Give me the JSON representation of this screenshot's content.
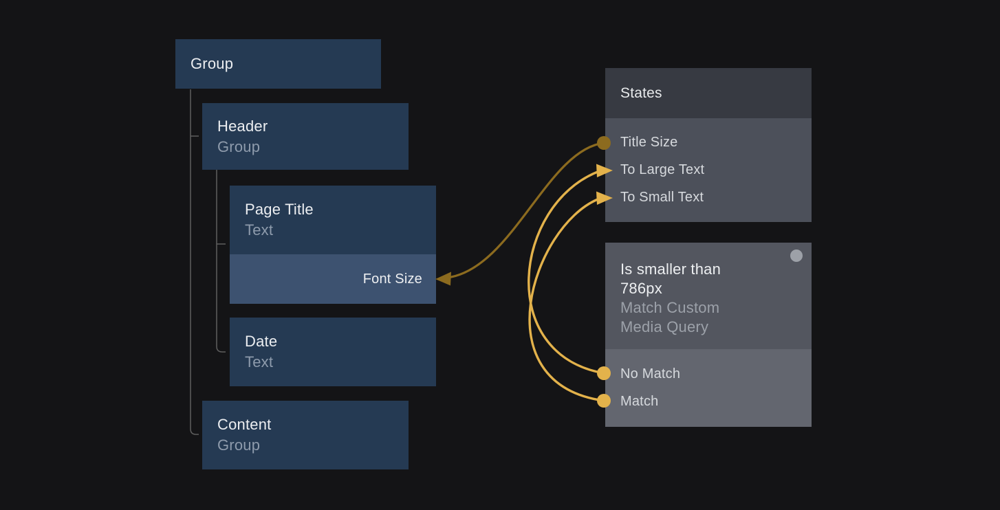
{
  "colors": {
    "background": "#141416",
    "node_blue": "#253A53",
    "node_blue_light": "#3D5270",
    "panel_header_gray": "#373A42",
    "panel_body_gray": "#4C505A",
    "panel2_top_gray": "#53565F",
    "panel2_bottom_gray": "#63666F",
    "accent_gold": "#E3B24B",
    "accent_gold_dark": "#8C6B1F",
    "tree_line_gray": "#5F5F5F",
    "port_circle_gray": "#9DA1A8"
  },
  "tree": {
    "nodes": [
      {
        "title": "Group",
        "subtitle": ""
      },
      {
        "title": "Header",
        "subtitle": "Group"
      },
      {
        "title": "Page Title",
        "subtitle": "Text",
        "property_label": "Font Size"
      },
      {
        "title": "Date",
        "subtitle": "Text"
      },
      {
        "title": "Content",
        "subtitle": "Group"
      }
    ]
  },
  "states_panel": {
    "title": "States",
    "items": [
      {
        "label": "Title Size"
      },
      {
        "label": "To Large Text"
      },
      {
        "label": "To Small Text"
      }
    ]
  },
  "media_query_panel": {
    "title": "Is smaller than 786px",
    "subtitle": "Match Custom Media Query",
    "items": [
      {
        "label": "No Match"
      },
      {
        "label": "Match"
      }
    ]
  },
  "connections": [
    {
      "from": "Title Size",
      "to": "Font Size",
      "style": "dark-gold"
    },
    {
      "from": "No Match",
      "to": "To Large Text",
      "style": "gold"
    },
    {
      "from": "Match",
      "to": "To Small Text",
      "style": "gold"
    }
  ]
}
